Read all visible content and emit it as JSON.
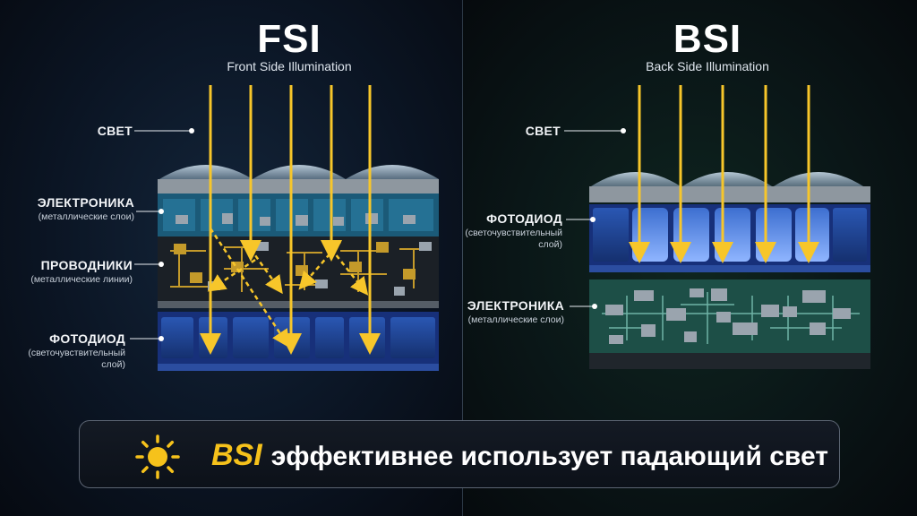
{
  "fsi": {
    "title": "FSI",
    "subtitle": "Front Side Illumination",
    "labels": {
      "light": "СВЕТ",
      "electronics": "ЭЛЕКТРОНИКА",
      "electronics_sub": "(металлические слои)",
      "conductors": "ПРОВОДНИКИ",
      "conductors_sub": "(металлические линии)",
      "photodiode": "ФОТОДИОД",
      "photodiode_sub": "(светочувствительный слой)"
    }
  },
  "bsi": {
    "title": "BSI",
    "subtitle": "Back Side Illumination",
    "labels": {
      "light": "СВЕТ",
      "photodiode": "ФОТОДИОД",
      "photodiode_sub_1": "(светочувствительный",
      "photodiode_sub_2": "слой)",
      "electronics": "ЭЛЕКТРОНИКА",
      "electronics_sub": "(металлические слои)"
    }
  },
  "banner": {
    "highlight": "BSI",
    "text": "эффективнее использует падающий свет",
    "icon": "sun-icon"
  },
  "colors": {
    "light_ray": "#f7c62a",
    "photodiode": "#1d3f8e",
    "electronics_fsi": "#1b5a78",
    "electronics_bsi": "#1d4f47",
    "conductors": "#c49a2a",
    "highlight": "#f6c21b"
  }
}
